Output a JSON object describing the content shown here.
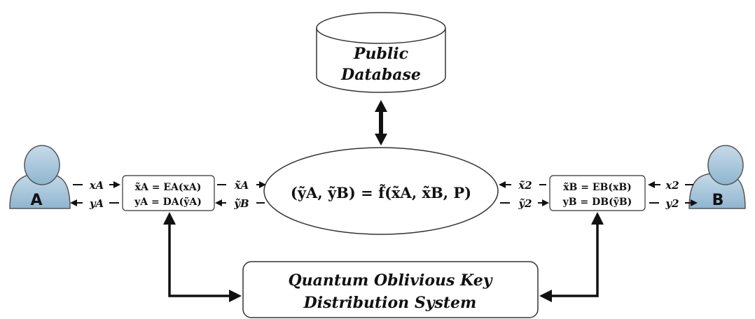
{
  "database": {
    "line1": "Public",
    "line2": "Database"
  },
  "center": {
    "equation": "(ỹA, ỹB) = f̃(x̃A, x̃B, P)"
  },
  "users": {
    "a_label": "A",
    "b_label": "B"
  },
  "box_a": {
    "line1": "x̃A = EA(xA)",
    "line2": "yA = DA(ỹA)"
  },
  "box_b": {
    "line1": "x̃B = EB(xB)",
    "line2": "yB = DB(ỹB)"
  },
  "signals_a": {
    "x_in": "xA",
    "y_out": "yA",
    "x_tilde_out": "x̃A",
    "y_tilde_in": "ỹB"
  },
  "signals_b": {
    "x_tilde_out": "x̃2",
    "y_tilde_in": "ỹ2",
    "x_in": "x2",
    "y_out": "y2"
  },
  "qokd": {
    "line1": "Quantum Oblivious Key",
    "line2": "Distribution System"
  },
  "colors": {
    "user_fill": "#a9cbe0",
    "user_stroke": "#555555",
    "line": "#111111"
  }
}
